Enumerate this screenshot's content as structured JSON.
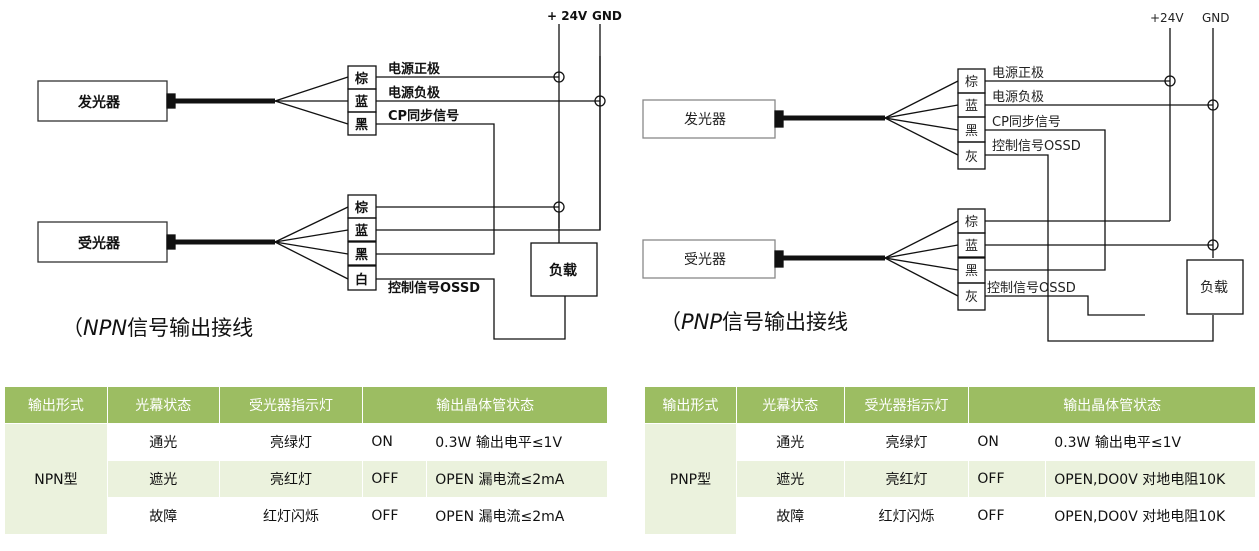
{
  "npn": {
    "supply_pos": "+ 24V",
    "supply_gnd": "GND",
    "emitter": "发光器",
    "receiver": "受光器",
    "load": "负载",
    "emitter_wires": [
      {
        "color": "棕",
        "label": "电源正极"
      },
      {
        "color": "蓝",
        "label": "电源负极"
      },
      {
        "color": "黑",
        "label": "CP同步信号"
      }
    ],
    "receiver_wires": [
      {
        "color": "棕",
        "label": ""
      },
      {
        "color": "蓝",
        "label": ""
      },
      {
        "color": "黑",
        "label": ""
      },
      {
        "color": "白",
        "label": "控制信号OSSD"
      }
    ],
    "caption_paren": "（",
    "caption_italic": "NPN",
    "caption_rest": "信号输出接线"
  },
  "pnp": {
    "supply_pos": "+24V",
    "supply_gnd": "GND",
    "emitter": "发光器",
    "receiver": "受光器",
    "load": "负载",
    "emitter_wires": [
      {
        "color": "棕",
        "label": "电源正极"
      },
      {
        "color": "蓝",
        "label": "电源负极"
      },
      {
        "color": "黑",
        "label": "CP同步信号"
      },
      {
        "color": "灰",
        "label": "控制信号OSSD"
      }
    ],
    "receiver_wires": [
      {
        "color": "棕",
        "label": ""
      },
      {
        "color": "蓝",
        "label": ""
      },
      {
        "color": "黑",
        "label": ""
      },
      {
        "color": "灰",
        "label": "控制信号OSSD"
      }
    ],
    "caption_paren": "（",
    "caption_italic": "PNP",
    "caption_rest": "信号输出接线"
  },
  "tables": {
    "headers": [
      "输出形式",
      "光幕状态",
      "受光器指示灯",
      "输出晶体管状态"
    ],
    "header_color": "#9cbd62",
    "stripe_color": "#ebf2dd",
    "npn": {
      "type": "NPN型",
      "rows": [
        {
          "state": "通光",
          "led": "亮绿灯",
          "on_off": "ON",
          "output": "0.3W 输出电平≤1V"
        },
        {
          "state": "遮光",
          "led": "亮红灯",
          "on_off": "OFF",
          "output": "OPEN 漏电流≤2mA"
        },
        {
          "state": "故障",
          "led": "红灯闪烁",
          "on_off": "OFF",
          "output": "OPEN 漏电流≤2mA"
        }
      ]
    },
    "pnp": {
      "type": "PNP型",
      "rows": [
        {
          "state": "通光",
          "led": "亮绿灯",
          "on_off": "ON",
          "output": "0.3W 输出电平≤1V"
        },
        {
          "state": "遮光",
          "led": "亮红灯",
          "on_off": "OFF",
          "output": "OPEN,DO0V 对地电阻10K"
        },
        {
          "state": "故障",
          "led": "红灯闪烁",
          "on_off": "OFF",
          "output": "OPEN,DO0V 对地电阻10K"
        }
      ]
    }
  }
}
